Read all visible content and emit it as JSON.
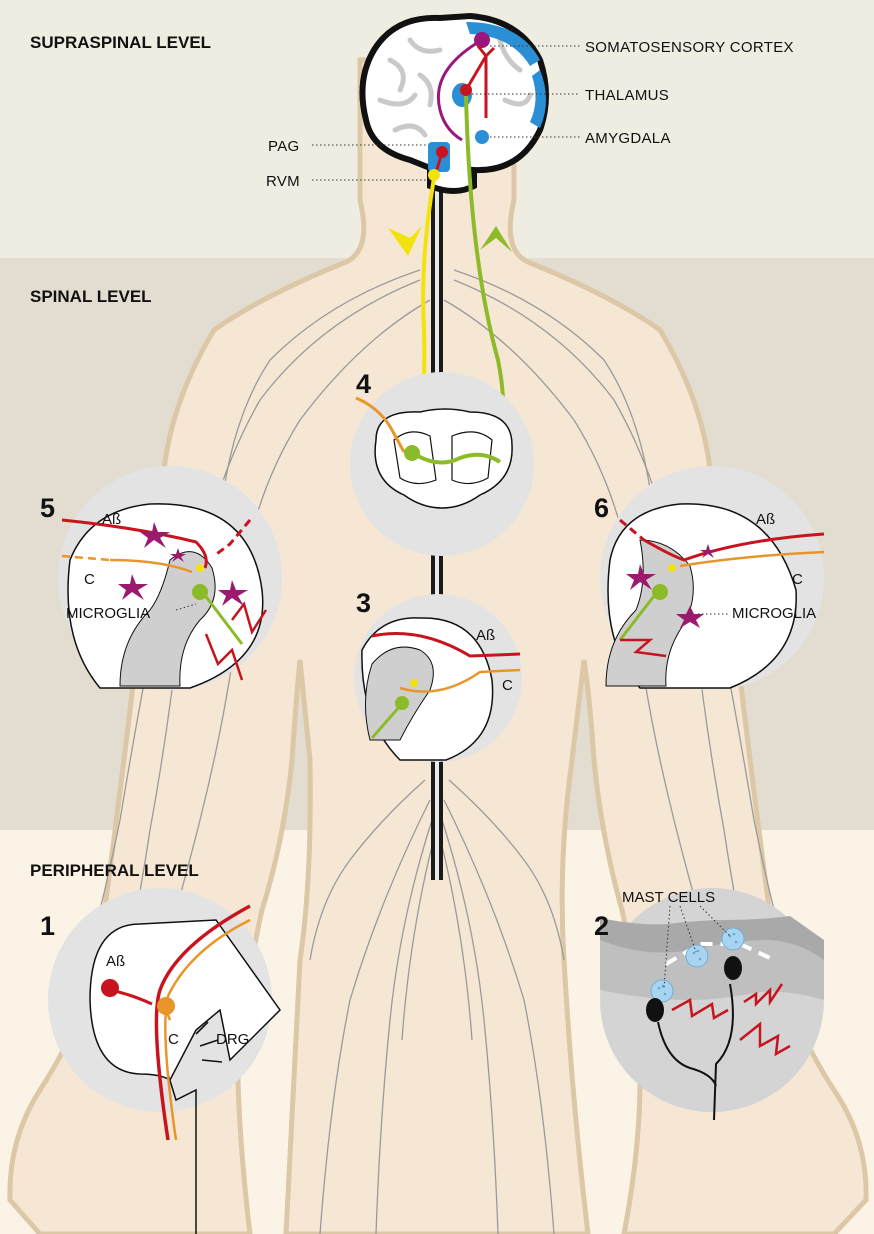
{
  "levels": {
    "supraspinal": "SUPRASPINAL LEVEL",
    "spinal": "SPINAL LEVEL",
    "peripheral": "PERIPHERAL LEVEL"
  },
  "brain_labels": {
    "cortex": "SOMATOSENSORY  CORTEX",
    "thalamus": "THALAMUS",
    "amygdala": "AMYGDALA",
    "pag": "PAG",
    "rvm": "RVM"
  },
  "panels": {
    "p1": {
      "number": "1",
      "abeta": "Aß",
      "c": "C",
      "drg": "DRG"
    },
    "p2": {
      "number": "2",
      "mast": "MAST CELLS"
    },
    "p3": {
      "number": "3",
      "abeta": "Aß",
      "c": "C"
    },
    "p4": {
      "number": "4"
    },
    "p5": {
      "number": "5",
      "abeta": "Aß",
      "c": "C",
      "microglia": "MICROGLIA"
    },
    "p6": {
      "number": "6",
      "abeta": "Aß",
      "c": "C",
      "microglia": "MICROGLIA"
    }
  },
  "colors": {
    "abeta_fiber": "#c8141e",
    "c_fiber": "#e8952a",
    "ascending": "#8cbb2a",
    "descending": "#f2e20e",
    "cortex_path": "#9b177b",
    "brain_region": "#2b8fd6",
    "microglia": "#9b1a6e",
    "mast_cell": "#a8d4f0",
    "body": "#f6e7d4"
  }
}
